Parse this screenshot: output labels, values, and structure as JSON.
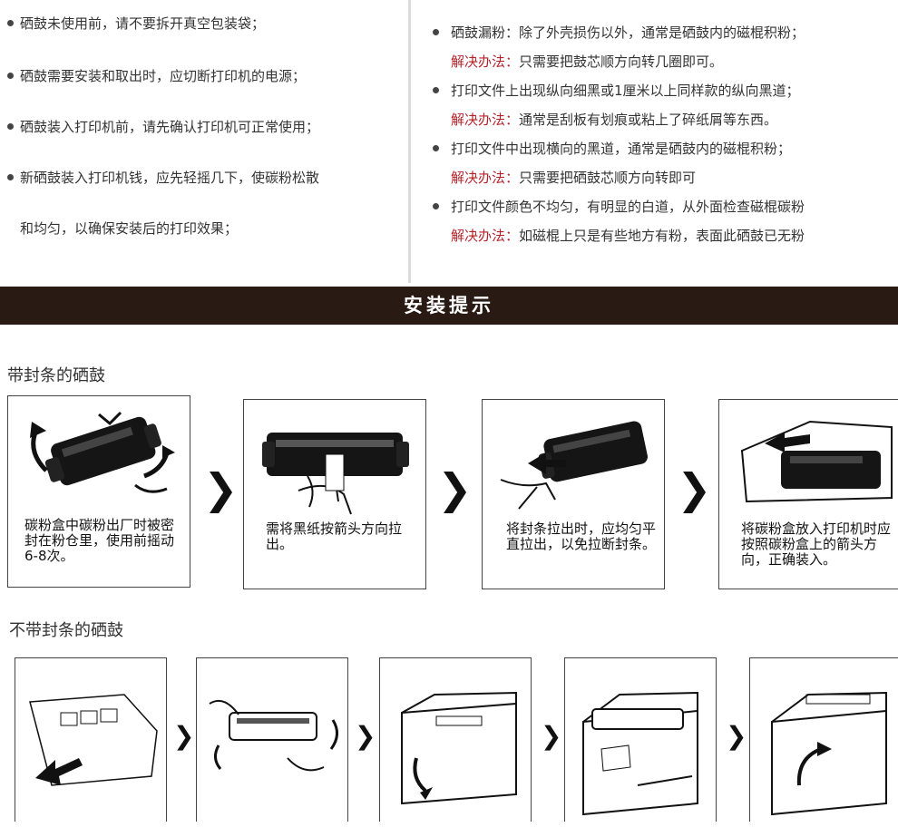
{
  "notes": {
    "left": [
      "硒鼓未使用前，请不要拆开真空包装袋；",
      "硒鼓需要安装和取出时，应切断打印机的电源；",
      "硒鼓装入打印机前，请先确认打印机可正常使用；",
      "新硒鼓装入打印机钱，应先轻摇几下，使碳粉松散",
      "和均匀，以确保安装后的打印效果；"
    ],
    "right": [
      {
        "problem": "硒鼓漏粉：除了外壳损伤以外，通常是硒鼓内的磁棍积粉；",
        "solution_label": "解决办法：",
        "solution": "只需要把鼓芯顺方向转几圈即可。"
      },
      {
        "problem": "打印文件上出现纵向细黑或1厘米以上同样款的纵向黑道；",
        "solution_label": "解决办法：",
        "solution": "通常是刮板有划痕或粘上了碎纸屑等东西。"
      },
      {
        "problem": "打印文件中出现横向的黑道，通常是硒鼓内的磁棍积粉；",
        "solution_label": "解决办法：",
        "solution": "只需要把硒鼓芯顺方向转即可"
      },
      {
        "problem": "打印文件颜色不均匀，有明显的白道，从外面检查磁棍碳粉",
        "solution_label": "解决办法：",
        "solution": "如磁棍上只是有些地方有粉，表面此硒鼓已无粉"
      }
    ]
  },
  "banner": {
    "title": "安装提示"
  },
  "section_sealed": {
    "title": "带封条的硒鼓",
    "steps": [
      "碳粉盒中碳粉出厂时被密封在粉仓里，使用前摇动6-8次。",
      "需将黑纸按箭头方向拉出。",
      "将封条拉出时，应均匀平直拉出，以免拉断封条。",
      "将碳粉盒放入打印机时应按照碳粉盒上的箭头方向，正确装入。"
    ],
    "arrow": "❯"
  },
  "section_unsealed": {
    "title": "不带封条的硒鼓",
    "arrow": "❯"
  }
}
